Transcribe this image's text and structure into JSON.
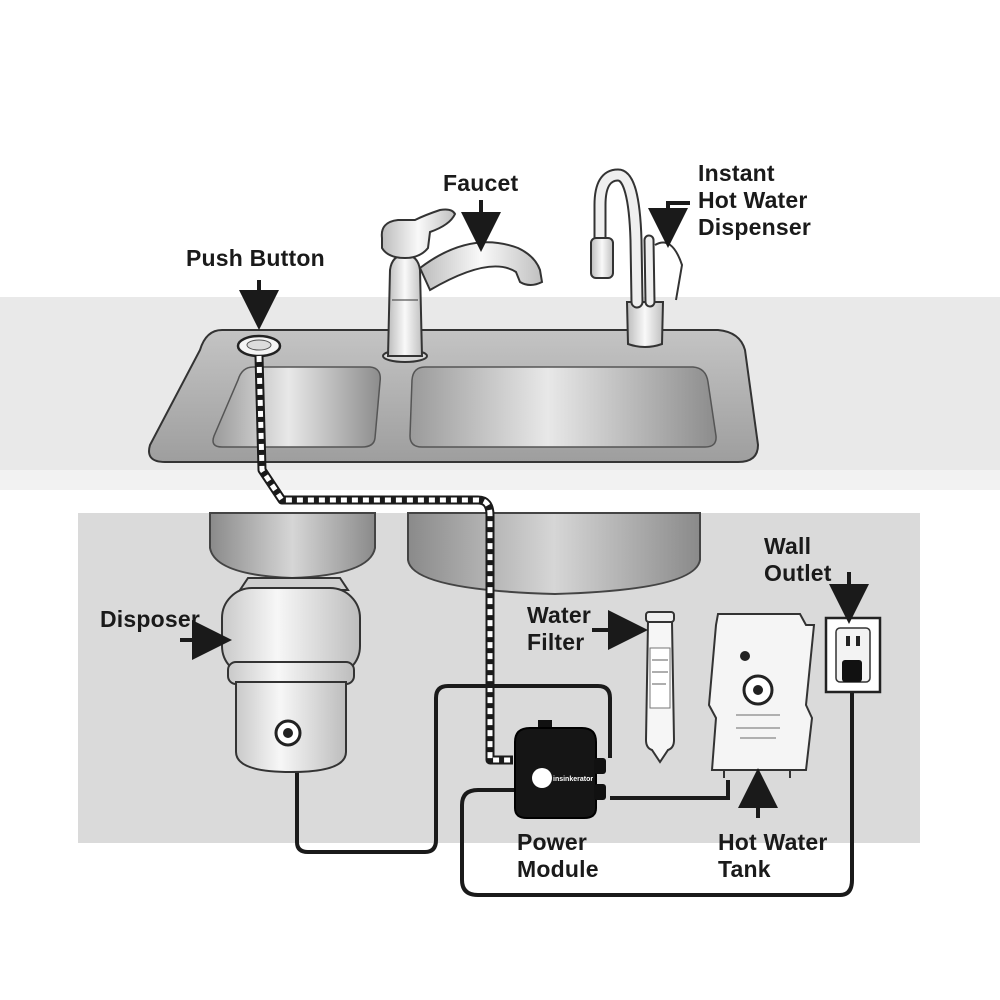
{
  "labels": {
    "push_button": "Push Button",
    "faucet": "Faucet",
    "instant_hot_water_dispenser": [
      "Instant",
      "Hot Water",
      "Dispenser"
    ],
    "disposer": "Disposer",
    "water_filter": [
      "Water",
      "Filter"
    ],
    "wall_outlet": [
      "Wall",
      "Outlet"
    ],
    "power_module": [
      "Power",
      "Module"
    ],
    "hot_water_tank": [
      "Hot Water",
      "Tank"
    ]
  },
  "brand_text": "insinkerator",
  "colors": {
    "background": "#ffffff",
    "counter_band": "#e6e6e6",
    "cabinet": "#d9d9d9",
    "sink_steel": "#b8b8b8",
    "sink_steel_dark": "#8f8f8f",
    "line": "#1a1a1a",
    "module_black": "#111111"
  }
}
